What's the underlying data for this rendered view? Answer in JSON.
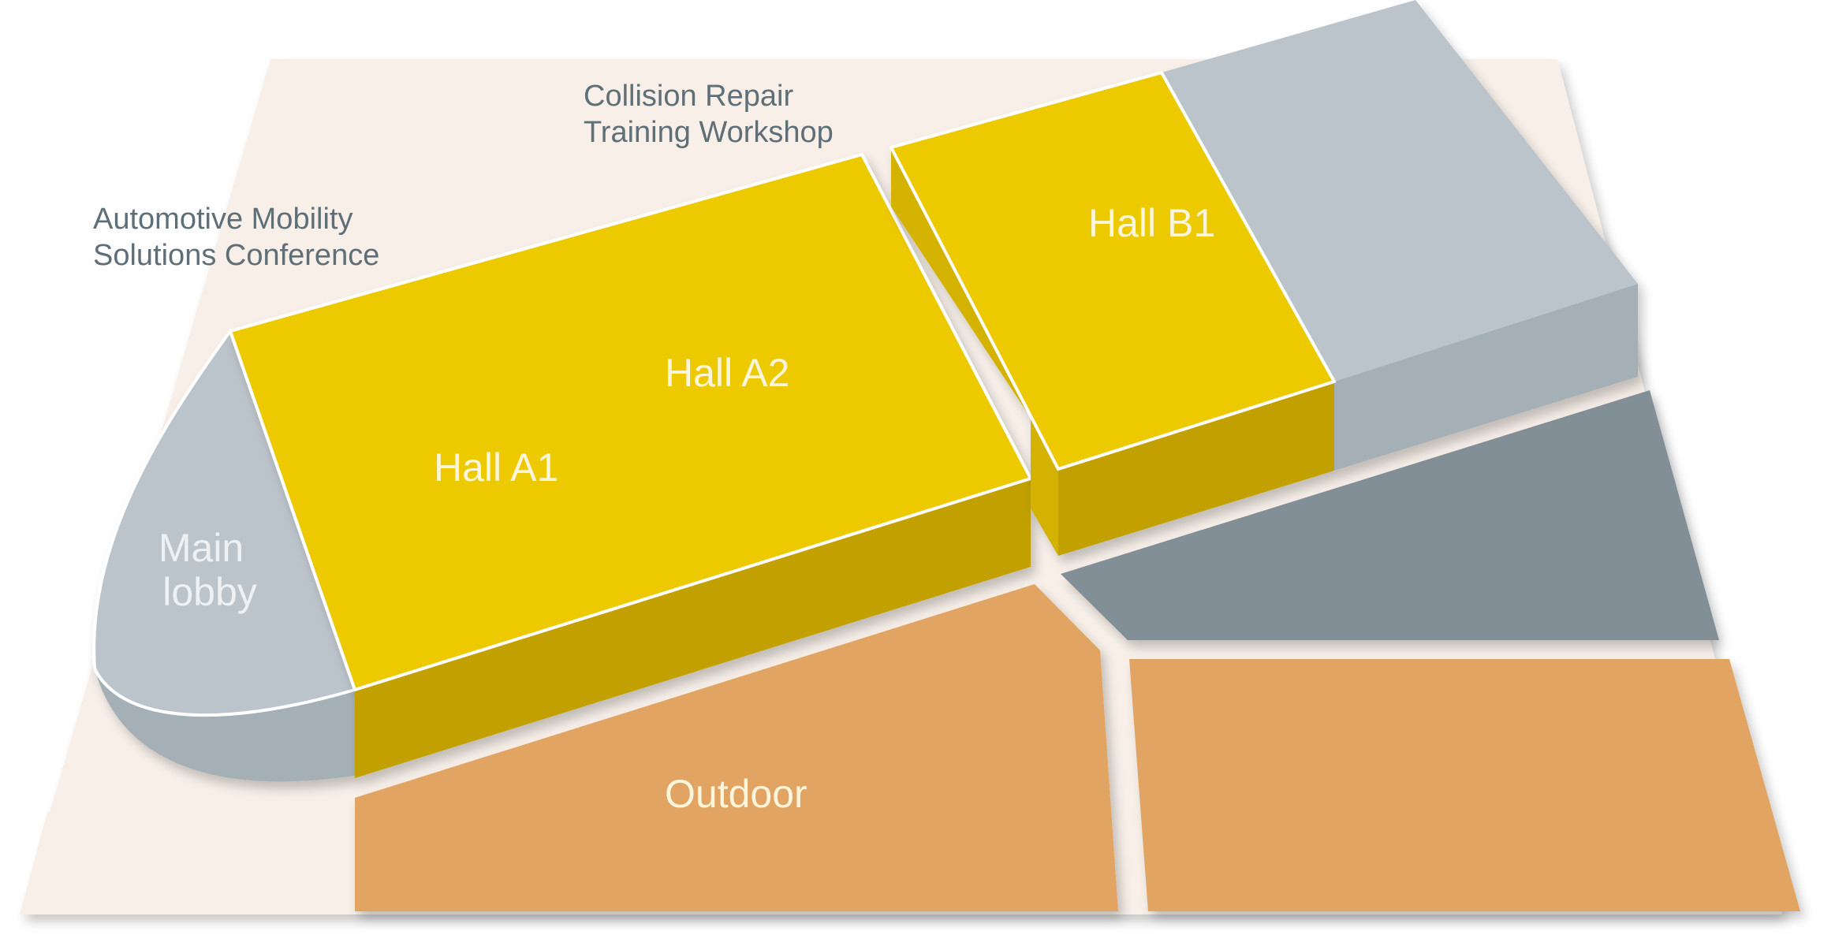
{
  "map": {
    "labels": {
      "collision_repair": [
        "Collision Repair",
        "Training Workshop"
      ],
      "mobility_conference": [
        "Automotive Mobility",
        "Solutions Conference"
      ],
      "hall_a1": "Hall A1",
      "hall_a2": "Hall A2",
      "hall_b1": "Hall B1",
      "main_lobby": [
        "Main",
        "lobby"
      ],
      "outdoor": "Outdoor"
    },
    "colors": {
      "site_ground": "#f7efe8",
      "hall_top": "#edc900",
      "hall_side": "#c1a000",
      "hall_side_dark": "#d4b300",
      "grey_top": "#bcc4cb",
      "grey_side": "#a5b0b6",
      "dark_grey": "#838f97",
      "outdoor": "#e1a463",
      "text_dark": "#5e6f78",
      "text_light": "#fbf5dc"
    }
  }
}
